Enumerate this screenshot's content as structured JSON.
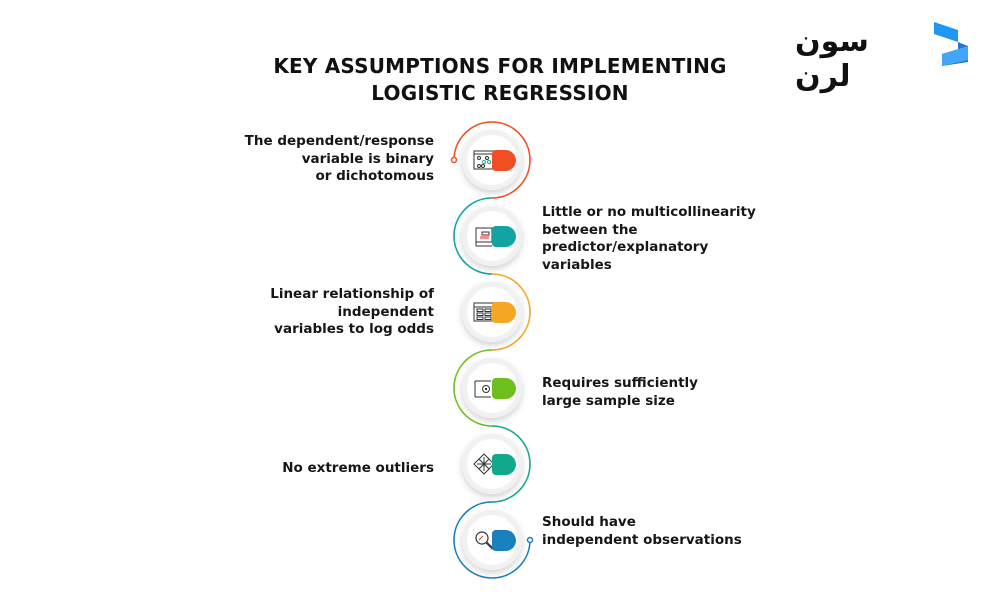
{
  "title": {
    "line1": "KEY ASSUMPTIONS FOR IMPLEMENTING",
    "line2": "LOGISTIC REGRESSION"
  },
  "logo": {
    "text": "سون لرن",
    "color": "#1e88e5"
  },
  "steps": [
    {
      "side": "left",
      "lines": [
        "The dependent/response",
        "variable is binary",
        "or dichotomous"
      ],
      "icon": "grid-dots-icon",
      "color": "#f04e23"
    },
    {
      "side": "right",
      "lines": [
        "Little or no multicollinearity",
        "between the",
        "predictor/explanatory",
        "variables"
      ],
      "icon": "dashboard-chart-icon",
      "color": "#14a3a3"
    },
    {
      "side": "left",
      "lines": [
        "Linear relationship of",
        "independent",
        "variables to log odds"
      ],
      "icon": "table-rows-icon",
      "color": "#f5a623"
    },
    {
      "side": "right",
      "lines": [
        "Requires sufficiently",
        "large sample size"
      ],
      "icon": "gear-document-icon",
      "color": "#6cbf1f"
    },
    {
      "side": "left",
      "lines": [
        "No extreme outliers"
      ],
      "icon": "arrows-expand-icon",
      "color": "#12a88e"
    },
    {
      "side": "right",
      "lines": [
        "Should have",
        "independent observations"
      ],
      "icon": "magnifier-icon",
      "color": "#1a7fbd"
    }
  ]
}
